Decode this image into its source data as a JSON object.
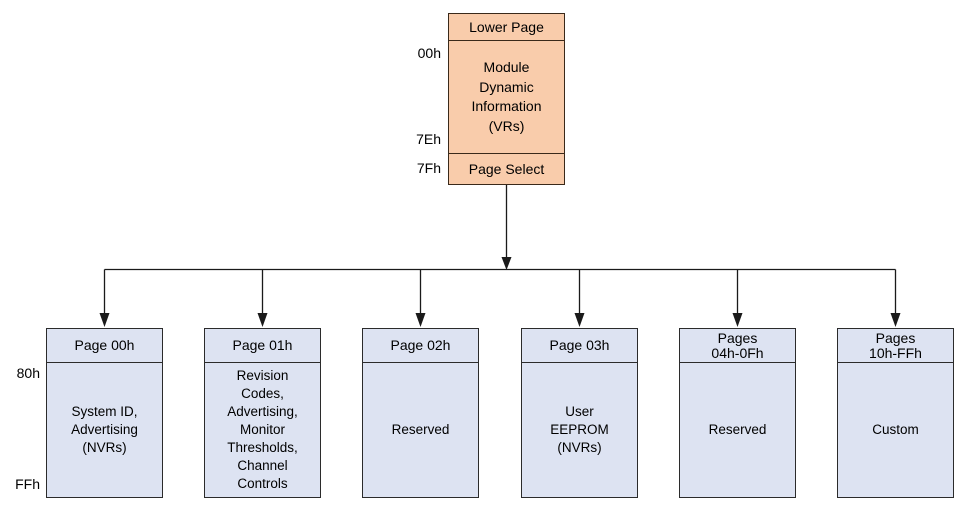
{
  "diagram": {
    "top_box": {
      "header": "Lower Page",
      "body": "Module\nDynamic\nInformation\n(VRs)",
      "footer": "Page Select",
      "addr_start": "00h",
      "addr_body_end": "7Eh",
      "addr_footer": "7Fh"
    },
    "upper_addr": {
      "start": "80h",
      "end": "FFh"
    },
    "pages": [
      {
        "header": "Page 00h",
        "body": "System ID,\nAdvertising\n(NVRs)"
      },
      {
        "header": "Page 01h",
        "body": "Revision\nCodes,\nAdvertising,\nMonitor\nThresholds,\nChannel\nControls"
      },
      {
        "header": "Page 02h",
        "body": "Reserved"
      },
      {
        "header": "Page 03h",
        "body": "User\nEEPROM\n(NVRs)"
      },
      {
        "header": "Pages\n04h-0Fh",
        "body": "Reserved"
      },
      {
        "header": "Pages\n10h-FFh",
        "body": "Custom"
      }
    ],
    "colors": {
      "top_box_fill": "#F9CCAB",
      "top_border": "#3A291A",
      "page_box_fill": "#DDE3F2",
      "page_border": "#2B2B2B",
      "connector": "#1A1A1A"
    }
  }
}
